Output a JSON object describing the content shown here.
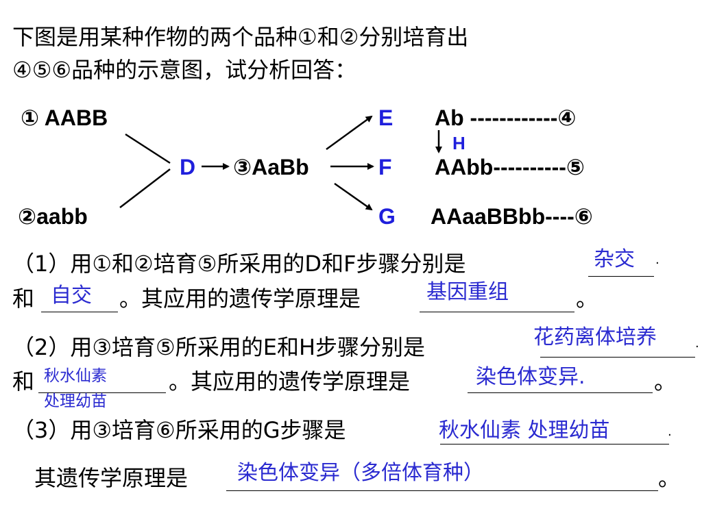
{
  "intro": {
    "line1": "下图是用某种作物的两个品种①和②分别培育出",
    "line2": "④⑤⑥品种的示意图，试分析回答："
  },
  "diagram": {
    "p1": "① AABB",
    "p2": "②aabb",
    "D": "D",
    "p3": "③AaBb",
    "E": "E",
    "F": "F",
    "G": "G",
    "H": "H",
    "ab_row": "Ab ------------④",
    "aabb_row": "AAbb----------⑤",
    "aaaabb_row": "AAaaBBbb----⑥"
  },
  "q1": {
    "line1": "（1）用①和②培育⑤所采用的D和F步骤分别是",
    "dot": ".",
    "and": "和",
    "line2_mid": "。其应用的遗传学原理是",
    "end": "。",
    "ans1": "杂交",
    "ans2": "自交",
    "ans3": "基因重组"
  },
  "q2": {
    "line1": "（2）用③培育⑤所采用的E和H步骤分别是",
    "dot": ".",
    "and": "和",
    "line2_mid": "。其应用的遗传学原理是",
    "end": "。",
    "ans1": "花药离体培养",
    "ans2a": "秋水仙素",
    "ans2b": "处理幼苗",
    "ans3": "染色体变异."
  },
  "q3": {
    "line1": "（3）用③培育⑥所采用的G步骤是",
    "dot": ".",
    "line2": "其遗传学原理是",
    "end": "。",
    "ans1": "秋水仙素 处理幼苗",
    "ans2": "染色体变异（多倍体育种）"
  }
}
